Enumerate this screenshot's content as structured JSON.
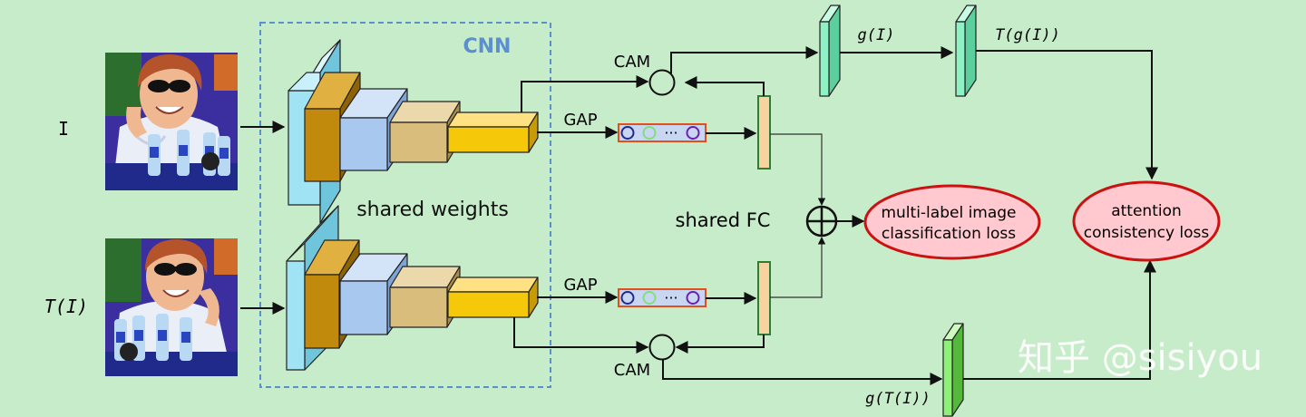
{
  "colors": {
    "background": "#c7ecc9",
    "cnn_box": "#5b8fd0",
    "layer1": "#9fe3f4",
    "layer2": "#c28a0c",
    "layer3": "#a9c8f0",
    "layer4": "#d9bd7c",
    "layer5": "#f6c80a",
    "fc_bar": "#f8d3a0",
    "fc_border": "#2e7d32",
    "gap_border": "#e0501a",
    "gap_fill": "#c9d6f2",
    "att_top": "#8ff2c4",
    "att_bottom": "#8df077",
    "loss_fill": "#ffc9cf",
    "loss_border": "#cc1111"
  },
  "inputs": {
    "top_label": "I",
    "bottom_label": "T(I)"
  },
  "cnn": {
    "title": "CNN",
    "shared_weights": "shared weights"
  },
  "branches": {
    "gap_label": "GAP",
    "cam_label": "CAM",
    "shared_fc": "shared FC",
    "gap_dots": "···"
  },
  "attention": {
    "g_I": "g(I)",
    "T_g_I": "T(g(I))",
    "g_T_I": "g(T(I))"
  },
  "losses": {
    "classification": [
      "multi-label image",
      "classification loss"
    ],
    "attention": [
      "attention",
      "consistency loss"
    ]
  },
  "watermark": "知乎 @sisiyou"
}
